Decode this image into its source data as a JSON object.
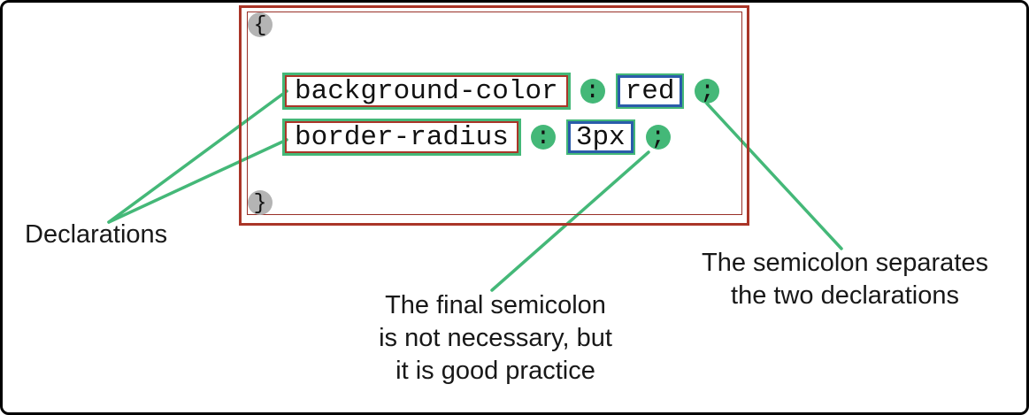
{
  "colors": {
    "green": "#44b878",
    "red_border": "#aa3528",
    "blue_border": "#2a5caa",
    "gray_circle": "#b4b4b4",
    "background": "#ffffff",
    "text": "#181818"
  },
  "code": {
    "open_brace": "{",
    "close_brace": "}",
    "declarations": [
      {
        "property": "background-color",
        "colon": ":",
        "value": "red",
        "semicolon": ";"
      },
      {
        "property": "border-radius",
        "colon": ":",
        "value": "3px",
        "semicolon": ";"
      }
    ]
  },
  "annotations": {
    "declarations_label": "Declarations",
    "final_semicolon_note": {
      "line1": "The final semicolon",
      "line2": "is not necessary, but",
      "line3": "it is good practice"
    },
    "separator_note": {
      "line1": "The semicolon separates",
      "line2": "the two declarations"
    }
  }
}
